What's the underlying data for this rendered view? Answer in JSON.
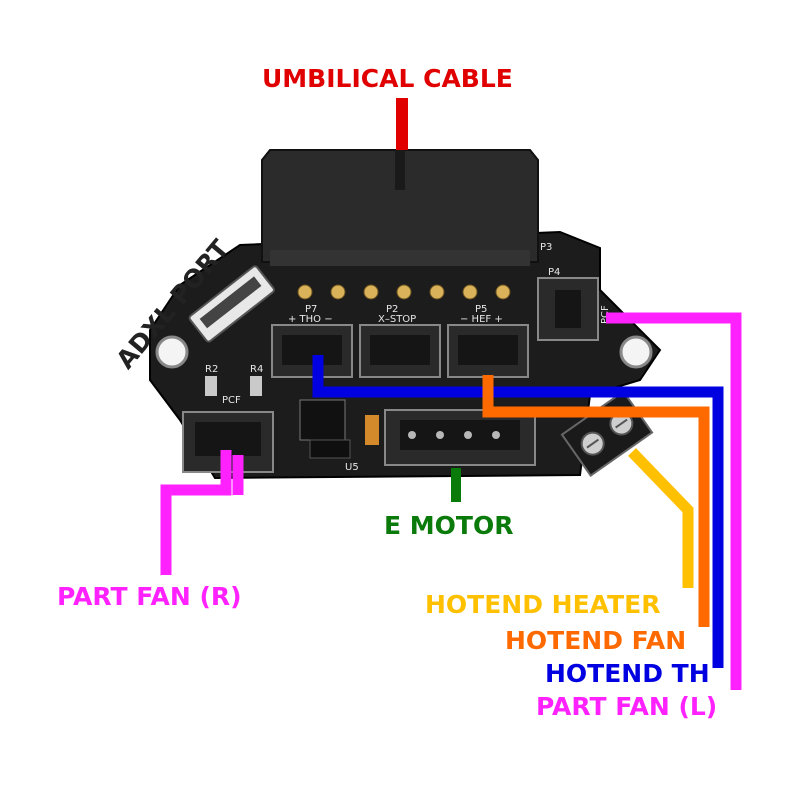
{
  "labels": {
    "umbilical": "UMBILICAL CABLE",
    "adxl": "ADXL PORT",
    "e_motor": "E MOTOR",
    "part_fan_r": "PART FAN (R)",
    "hotend_heater": "HOTEND HEATER",
    "hotend_fan": "HOTEND FAN",
    "hotend_th": "HOTEND TH",
    "part_fan_l": "PART FAN (L)"
  },
  "board_silkscreen": {
    "p7": "P7",
    "p2": "P2",
    "p5": "P5",
    "p3": "P3",
    "p4": "P4",
    "tho": "+ THO −",
    "xstop": "X–STOP",
    "hef": "− HEF +",
    "r2": "R2",
    "r4": "R4",
    "pcf_r": "PCF",
    "pcf_l": "PCF",
    "u5": "U5"
  },
  "colors": {
    "umbilical": "#e00000",
    "adxl": "#222222",
    "e_motor": "#0a7a0a",
    "part_fan": "#ff22ff",
    "hotend_heater": "#ffc000",
    "hotend_fan": "#ff6a00",
    "hotend_th": "#0000e0",
    "board": "#1c1c1c",
    "connector": "#2a2a2a"
  }
}
